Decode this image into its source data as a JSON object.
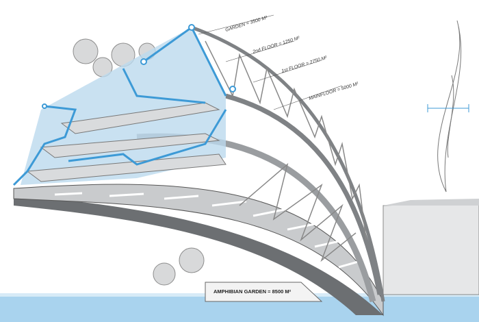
{
  "labels": {
    "garden": "GARDEN = 3500 M²",
    "second_floor": "2nd FLOOR = 1250 M²",
    "first_floor": "1st FLOOR = 2750 M²",
    "main_floor": "MAINFLOOR = 5000 M²",
    "amphibian_garden": "AMPHIBIAN GARDEN = 8500 M²"
  },
  "colors": {
    "structure": "#8a8d90",
    "glass": "#bcd9ee",
    "frame_blue": "#3d9ad6",
    "water": "#a9d3ee"
  }
}
